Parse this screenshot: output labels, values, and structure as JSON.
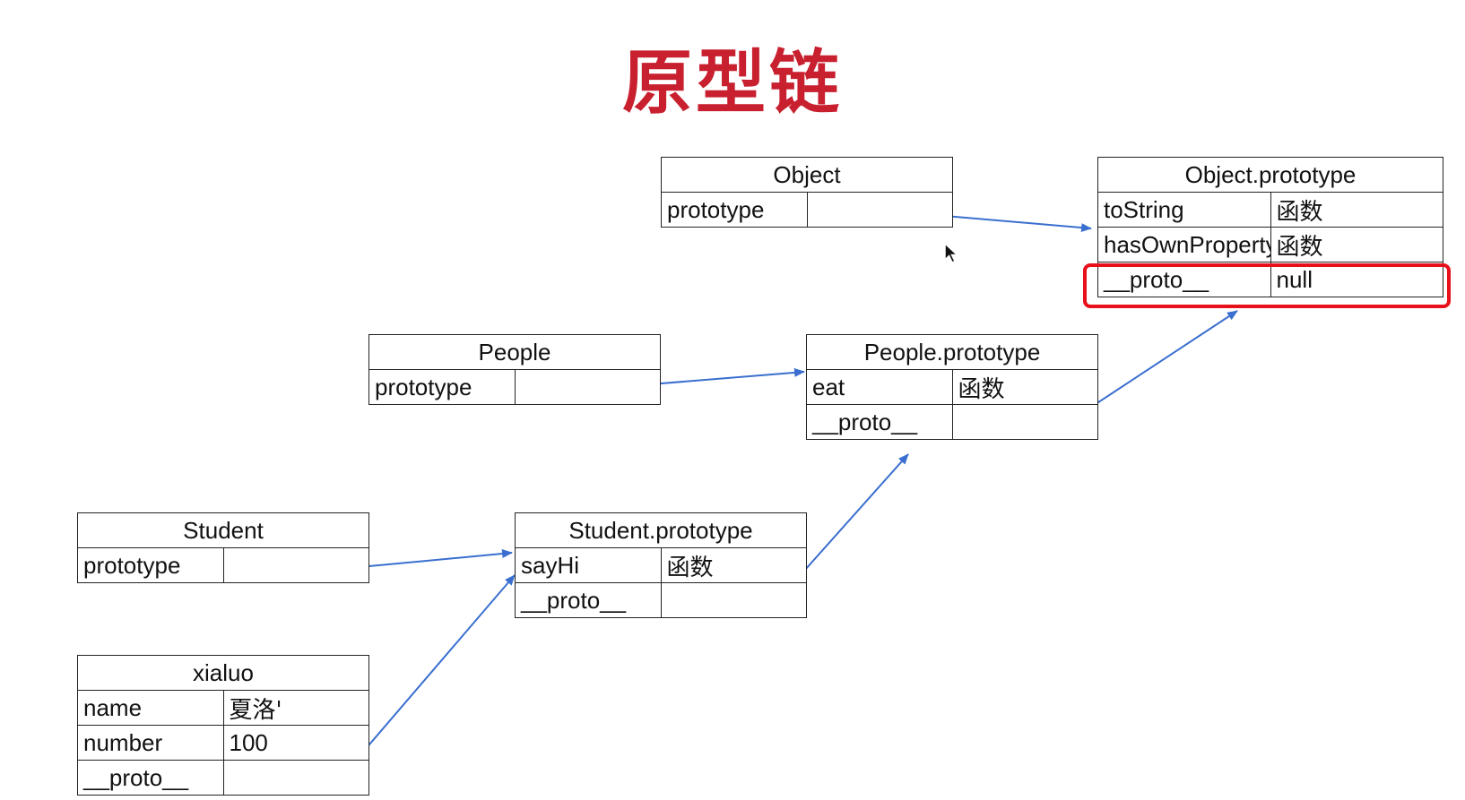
{
  "title": "原型链",
  "boxes": {
    "object": {
      "header": "Object",
      "rows": [
        {
          "key": "prototype",
          "value": ""
        }
      ]
    },
    "object_prototype": {
      "header": "Object.prototype",
      "rows": [
        {
          "key": "toString",
          "value": "函数"
        },
        {
          "key": "hasOwnProperty",
          "value": "函数"
        },
        {
          "key": "__proto__",
          "value": "null"
        }
      ]
    },
    "people": {
      "header": "People",
      "rows": [
        {
          "key": "prototype",
          "value": ""
        }
      ]
    },
    "people_prototype": {
      "header": "People.prototype",
      "rows": [
        {
          "key": "eat",
          "value": "函数"
        },
        {
          "key": "__proto__",
          "value": ""
        }
      ]
    },
    "student": {
      "header": "Student",
      "rows": [
        {
          "key": "prototype",
          "value": ""
        }
      ]
    },
    "student_prototype": {
      "header": "Student.prototype",
      "rows": [
        {
          "key": "sayHi",
          "value": "函数"
        },
        {
          "key": "__proto__",
          "value": ""
        }
      ]
    },
    "xialuo": {
      "header": "xialuo",
      "rows": [
        {
          "key": "name",
          "value": "夏洛'"
        },
        {
          "key": "number",
          "value": "100"
        },
        {
          "key": "__proto__",
          "value": ""
        }
      ]
    }
  },
  "colors": {
    "title": "#c8202f",
    "arrow": "#3a6fcf",
    "highlight": "#e8101a",
    "border": "#222222"
  }
}
